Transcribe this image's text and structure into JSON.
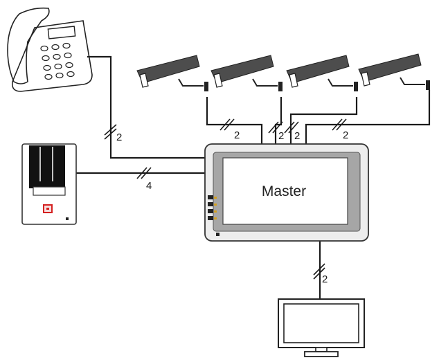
{
  "master": {
    "label": "Master"
  },
  "wires": [
    {
      "id": "phone",
      "label": "2"
    },
    {
      "id": "door-station",
      "label": "4"
    },
    {
      "id": "camera-1",
      "label": "2"
    },
    {
      "id": "camera-2",
      "label": "2"
    },
    {
      "id": "camera-3",
      "label": "2"
    },
    {
      "id": "camera-4",
      "label": "2"
    },
    {
      "id": "monitor",
      "label": "2"
    }
  ],
  "devices": {
    "telephone": "telephone-icon",
    "door_station": "door-station-icon",
    "cameras": [
      "cctv-camera-icon",
      "cctv-camera-icon",
      "cctv-camera-icon",
      "cctv-camera-icon"
    ],
    "monitor": "monitor-icon"
  }
}
